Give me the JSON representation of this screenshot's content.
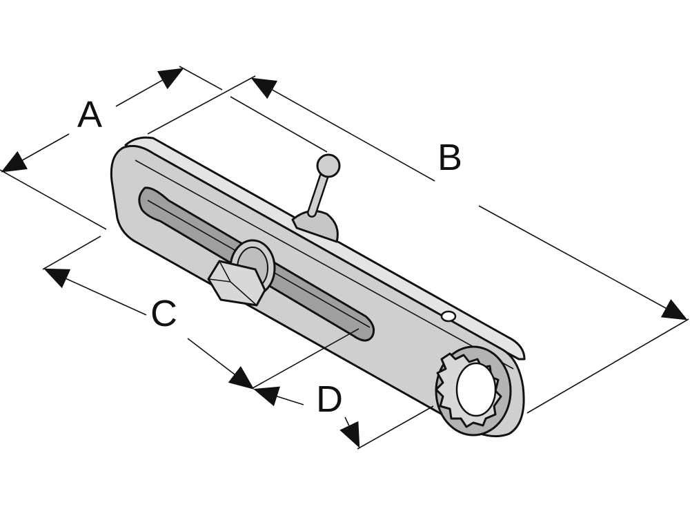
{
  "labels": {
    "a": "A",
    "b": "B",
    "c": "C",
    "d": "D"
  },
  "colors": {
    "steel": "#cfcfcf",
    "steel_dark": "#b4b4b4",
    "steel_light": "#e4e4e4",
    "ink": "#111111"
  }
}
